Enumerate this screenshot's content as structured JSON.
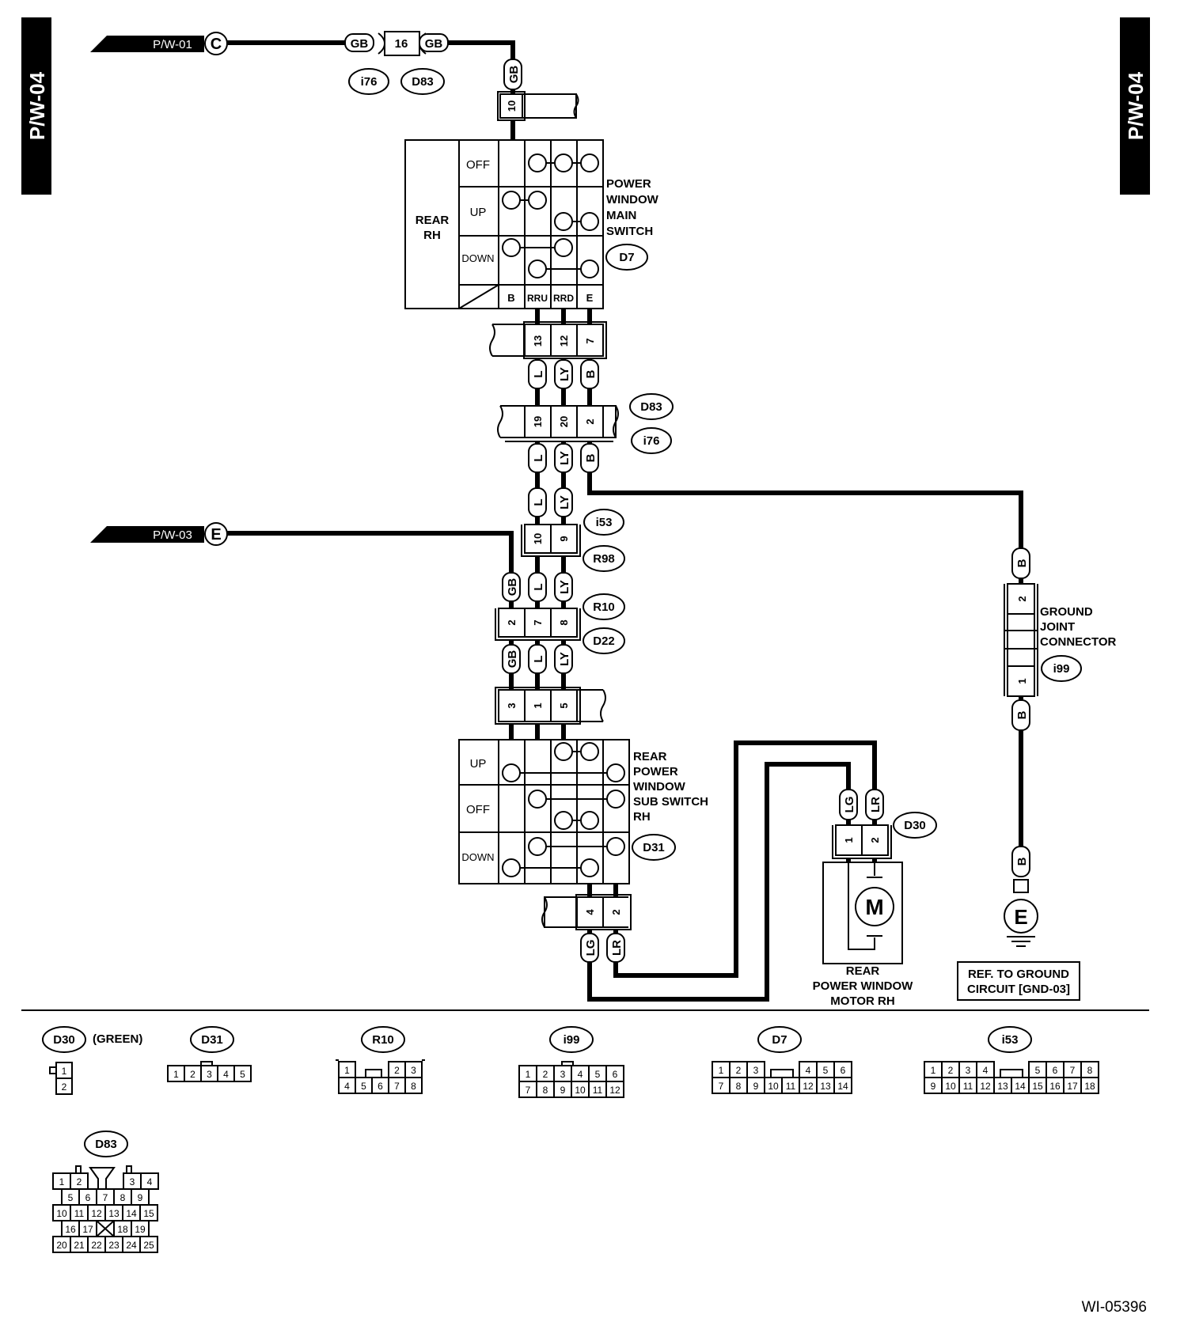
{
  "page_tags": {
    "left": "P/W-04",
    "right": "P/W-04"
  },
  "refs": {
    "pw01": "P/W-01",
    "pw01_letter": "C",
    "pw03": "P/W-03",
    "pw03_letter": "E"
  },
  "connectors_top": {
    "gb_left": "GB",
    "pin16": "16",
    "gb_right": "GB",
    "i76": "i76",
    "d83": "D83",
    "gb_down": "GB",
    "pin10": "10"
  },
  "main_switch": {
    "side_label": [
      "REAR",
      "RH"
    ],
    "rows": [
      "OFF",
      "UP",
      "DOWN"
    ],
    "terminals": [
      "B",
      "RRU",
      "RRD",
      "E"
    ],
    "title": [
      "POWER",
      "WINDOW",
      "MAIN",
      "SWITCH"
    ],
    "code": "D7"
  },
  "mid_pins_1": [
    "13",
    "12",
    "7"
  ],
  "mid_wires_1": [
    "L",
    "LY",
    "B"
  ],
  "mid_pins_2": [
    "19",
    "20",
    "2"
  ],
  "mid_codes_2": [
    "D83",
    "i76"
  ],
  "mid_wires_2": [
    "L",
    "LY",
    "B"
  ],
  "mid_wires_3": [
    "L",
    "LY"
  ],
  "mid_pins_3": [
    "10",
    "9"
  ],
  "mid_codes_3": [
    "i53",
    "R98"
  ],
  "mid_wires_4": [
    "GB",
    "L",
    "LY"
  ],
  "mid_pins_4": [
    "2",
    "7",
    "8"
  ],
  "mid_codes_4": [
    "R10",
    "D22"
  ],
  "mid_wires_5": [
    "GB",
    "L",
    "LY"
  ],
  "mid_pins_5": [
    "3",
    "1",
    "5"
  ],
  "sub_switch": {
    "rows": [
      "UP",
      "OFF",
      "DOWN"
    ],
    "title": [
      "REAR",
      "POWER",
      "WINDOW",
      "SUB SWITCH",
      "RH"
    ],
    "code": "D31"
  },
  "bottom_pins": [
    "4",
    "2"
  ],
  "bottom_wires": [
    "LG",
    "LR"
  ],
  "motor": {
    "wires": [
      "LG",
      "LR"
    ],
    "pins": [
      "1",
      "2"
    ],
    "code": "D30",
    "symbol": "M",
    "label": [
      "REAR",
      "POWER WINDOW",
      "MOTOR RH"
    ]
  },
  "ground": {
    "wire_top": "B",
    "pin_top": "2",
    "pin_bottom": "1",
    "wire_bottom": "B",
    "label": [
      "GROUND",
      "JOINT",
      "CONNECTOR"
    ],
    "code": "i99",
    "wire_end": "B",
    "symbol": "E",
    "ref": [
      "REF. TO GROUND",
      "CIRCUIT [GND-03]"
    ]
  },
  "legend": {
    "d30": {
      "code": "D30",
      "note": "(GREEN)",
      "pins": [
        "1",
        "2"
      ]
    },
    "d31": {
      "code": "D31",
      "pins": [
        "1",
        "2",
        "3",
        "4",
        "5"
      ]
    },
    "r10": {
      "code": "R10",
      "row1": [
        "1",
        "2",
        "3"
      ],
      "row2": [
        "4",
        "5",
        "6",
        "7",
        "8"
      ]
    },
    "i99": {
      "code": "i99",
      "row1": [
        "1",
        "2",
        "3",
        "4",
        "5",
        "6"
      ],
      "row2": [
        "7",
        "8",
        "9",
        "10",
        "11",
        "12"
      ]
    },
    "d7": {
      "code": "D7",
      "row1": [
        "1",
        "2",
        "3",
        "4",
        "5",
        "6"
      ],
      "row2": [
        "7",
        "8",
        "9",
        "10",
        "11",
        "12",
        "13",
        "14"
      ]
    },
    "i53": {
      "code": "i53",
      "row1": [
        "1",
        "2",
        "3",
        "4",
        "5",
        "6",
        "7",
        "8"
      ],
      "row2": [
        "9",
        "10",
        "11",
        "12",
        "13",
        "14",
        "15",
        "16",
        "17",
        "18"
      ]
    },
    "d83": {
      "code": "D83",
      "row1": [
        "1",
        "2",
        "3",
        "4"
      ],
      "row2": [
        "5",
        "6",
        "7",
        "8",
        "9"
      ],
      "row3": [
        "10",
        "11",
        "12",
        "13",
        "14",
        "15"
      ],
      "row4": [
        "16",
        "17",
        "18",
        "19"
      ],
      "row5": [
        "20",
        "21",
        "22",
        "23",
        "24",
        "25"
      ]
    }
  },
  "figure_id": "WI-05396"
}
